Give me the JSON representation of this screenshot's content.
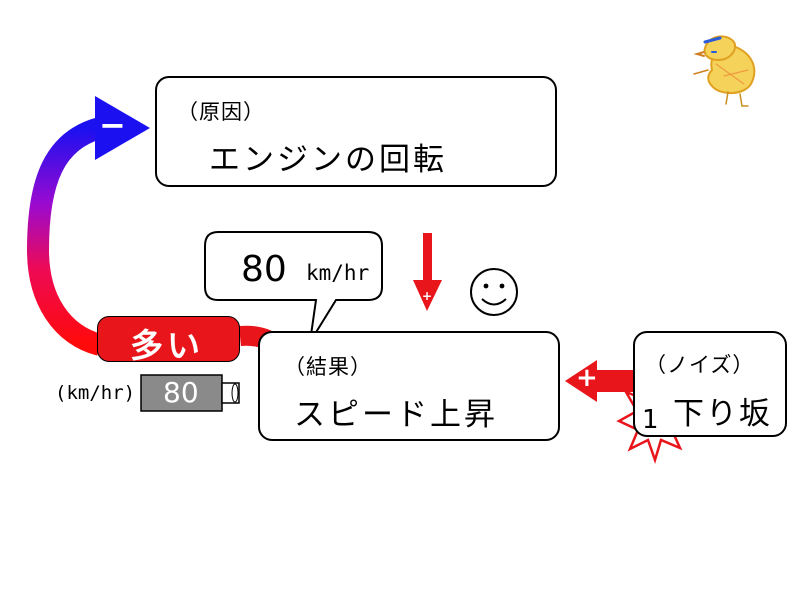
{
  "cause": {
    "tag": "（原因）",
    "title": "エンジンの回転"
  },
  "result": {
    "tag": "（結果）",
    "title": "スピード上昇"
  },
  "noise": {
    "tag": "（ノイズ）",
    "title": "下り坂",
    "badge": "1"
  },
  "speech": {
    "value": "80",
    "unit": "km/hr"
  },
  "gauge": {
    "unit": "(km/hr)",
    "value": "80"
  },
  "feedback": {
    "label": "多い",
    "sign": "−"
  },
  "signs": {
    "result_to_noise": "+",
    "engine_to_result": "+"
  },
  "icons": [
    "down-outline-arrow-icon",
    "smiley-icon",
    "chick-icon",
    "explosion-badge-icon"
  ],
  "colors": {
    "red": "#e8151b",
    "blue": "#1a10e8",
    "gray": "#8a8a8a",
    "box_blue_arrow": "#1a3fd4"
  }
}
